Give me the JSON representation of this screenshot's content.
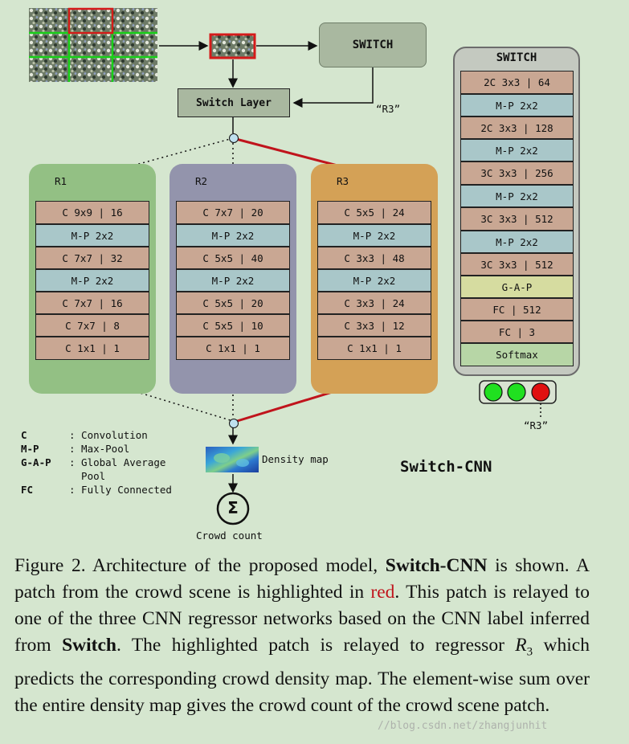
{
  "top": {
    "switch_box_label": "SWITCH",
    "switch_layer_label": "Switch Layer",
    "r3_tag_top": "“R3”"
  },
  "regressors": [
    {
      "name": "R1",
      "layers": [
        "C 9x9 | 16",
        "M-P 2x2",
        "C 7x7 | 32",
        "M-P 2x2",
        "C 7x7 | 16",
        "C 7x7 | 8",
        "C 1x1 | 1"
      ]
    },
    {
      "name": "R2",
      "layers": [
        "C 7x7 | 20",
        "M-P 2x2",
        "C 5x5 | 40",
        "M-P 2x2",
        "C 5x5 | 20",
        "C 5x5 | 10",
        "C 1x1 | 1"
      ]
    },
    {
      "name": "R3",
      "layers": [
        "C 5x5 | 24",
        "M-P 2x2",
        "C 3x3 | 48",
        "M-P 2x2",
        "C 3x3 | 24",
        "C 3x3 | 12",
        "C 1x1 | 1"
      ]
    }
  ],
  "switch_net": {
    "title": "SWITCH",
    "layers": [
      "2C 3x3 | 64",
      "M-P 2x2",
      "2C 3x3 | 128",
      "M-P 2x2",
      "3C 3x3 | 256",
      "M-P 2x2",
      "3C 3x3 | 512",
      "M-P 2x2",
      "3C 3x3 | 512",
      "G-A-P",
      "FC | 512",
      "FC | 3",
      "Softmax"
    ],
    "r3_tag_bottom": "“R3”"
  },
  "legend": [
    {
      "key": "C",
      "desc": ": Convolution"
    },
    {
      "key": "M-P",
      "desc": ": Max-Pool"
    },
    {
      "key": "G-A-P",
      "desc": ": Global Average"
    },
    {
      "key": "",
      "desc": "  Pool"
    },
    {
      "key": "FC",
      "desc": ": Fully Connected"
    }
  ],
  "output": {
    "density_label": "Density map",
    "sum_symbol": "Σ",
    "count_label": "Crowd count"
  },
  "model_name": "Switch-CNN",
  "caption": {
    "p1": "Figure 2. Architecture of the proposed model, ",
    "b1": "Switch-CNN",
    "p2": " is shown. A patch from the crowd scene is highlighted in ",
    "red": "red",
    "p3": ". This patch is relayed to one of the three CNN regressor networks based on the CNN label inferred from ",
    "b2": "Switch",
    "p4": ". The highlighted patch is relayed to regressor ",
    "r3": "R",
    "r3sub": "3",
    "p5": " which predicts the corresponding crowd density map. The element-wise sum over the entire density map gives the crowd count of the crowd scene patch."
  },
  "watermark": "//blog.csdn.net/zhangjunhit",
  "colors": {
    "background": "#d5e6cf",
    "r1_column": "#93c084",
    "r2_column": "#9394ac",
    "r3_column": "#d4a156",
    "conv_layer": "#c9a793",
    "pool_layer": "#a9c7c9",
    "gap_layer": "#d6dca0",
    "softmax_layer": "#b7d6a6",
    "highlight_red": "#c0141c",
    "switch_box": "#a9b8a0",
    "switch_layer_box": "#a9b8a0"
  }
}
